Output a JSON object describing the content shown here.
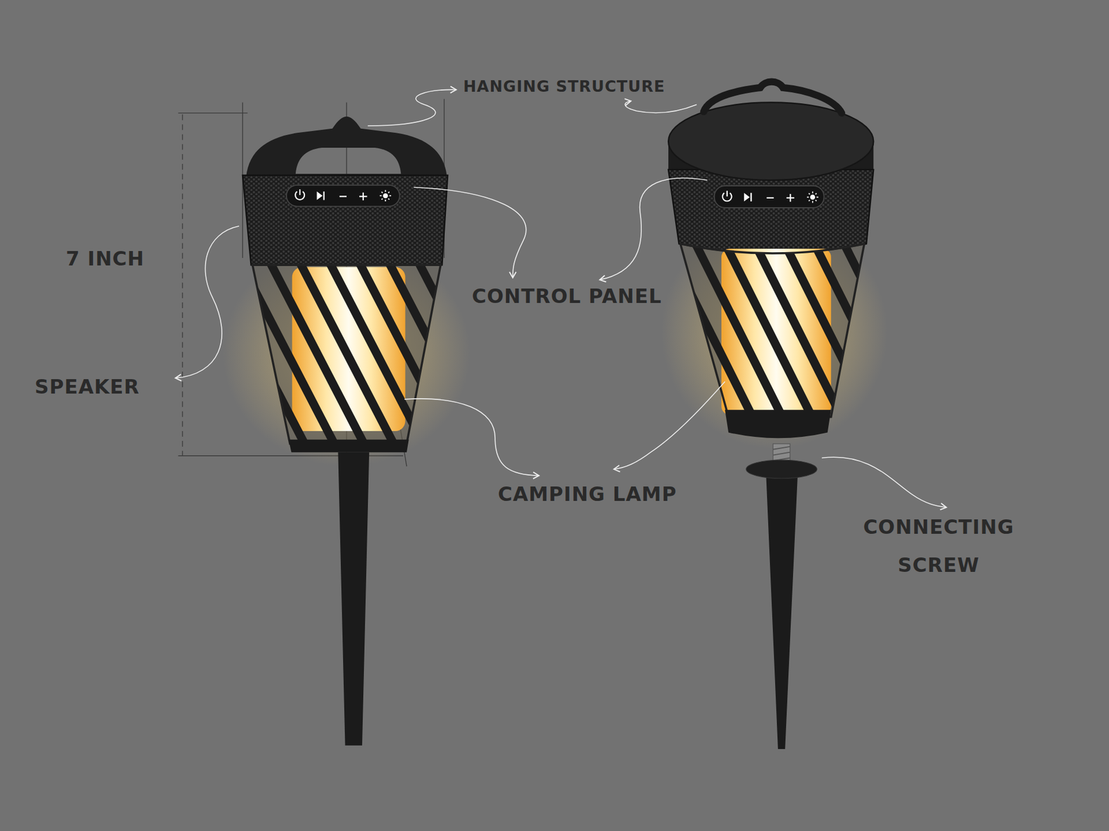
{
  "diagram": {
    "labels": [
      "HANGING STRUCTURE",
      "7 INCH",
      "SPEAKER",
      "CONTROL PANEL",
      "CAMPING LAMP",
      "CONNECTING SCREW"
    ]
  }
}
